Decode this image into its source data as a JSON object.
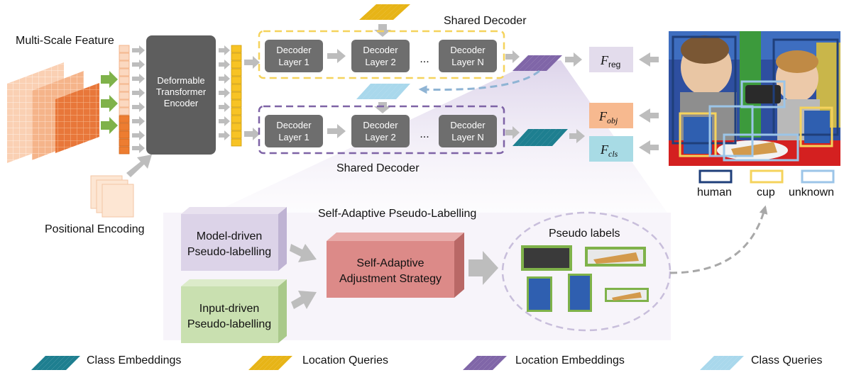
{
  "inputs": {
    "multi_scale_feature": "Multi-Scale Feature",
    "positional_encoding": "Positional Encoding"
  },
  "encoder": {
    "line1": "Deformable",
    "line2": "Transformer",
    "line3": "Encoder"
  },
  "decoder_top": {
    "title": "Shared Decoder",
    "layers": [
      {
        "line1": "Decoder",
        "line2": "Layer 1"
      },
      {
        "line1": "Decoder",
        "line2": "Layer 2"
      },
      {
        "line1": "Decoder",
        "line2": "Layer N"
      }
    ],
    "ellipsis": "..."
  },
  "decoder_bottom": {
    "title": "Shared Decoder",
    "layers": [
      {
        "line1": "Decoder",
        "line2": "Layer 1"
      },
      {
        "line1": "Decoder",
        "line2": "Layer 2"
      },
      {
        "line1": "Decoder",
        "line2": "Layer N"
      }
    ],
    "ellipsis": "..."
  },
  "heads": {
    "reg": {
      "symbol": "F",
      "subscript": "reg",
      "color": "#e3dcec"
    },
    "obj": {
      "symbol": "F",
      "subscript": "obj",
      "color": "#f7b98f"
    },
    "cls": {
      "symbol": "F",
      "subscript": "cls",
      "color": "#a8dbe5"
    }
  },
  "detection_legend": [
    {
      "label": "human",
      "color": "#1f3f7a"
    },
    {
      "label": "cup",
      "color": "#f5d35c"
    },
    {
      "label": "unknown",
      "color": "#9cc5e8"
    }
  ],
  "pseudo_labelling": {
    "title": "Self-Adaptive Pseudo-Labelling",
    "model_driven": {
      "line1": "Model-driven",
      "line2": "Pseudo-labelling",
      "color": "#dcd3e8"
    },
    "input_driven": {
      "line1": "Input-driven",
      "line2": "Pseudo-labelling",
      "color": "#c9e0b0"
    },
    "strategy": {
      "line1": "Self-Adaptive",
      "line2": "Adjustment Strategy",
      "color": "#dc8a88"
    },
    "pseudo_labels_title": "Pseudo labels"
  },
  "legend": [
    {
      "label": "Class Embeddings",
      "color": "#1e7f90"
    },
    {
      "label": "Location Queries",
      "color": "#e7b417"
    },
    {
      "label": "Location Embeddings",
      "color": "#8066a8"
    },
    {
      "label": "Class Queries",
      "color": "#a9d8ec"
    }
  ],
  "colors": {
    "decoder_layer": "#6e6e6e",
    "encoder": "#5e5e5e",
    "arrow": "#bdbdbd",
    "top_dash": "#f5d35c",
    "bottom_dash": "#7e63a6",
    "feature_orange": "#ed7d31",
    "feature_light": "#fbd8c0"
  }
}
